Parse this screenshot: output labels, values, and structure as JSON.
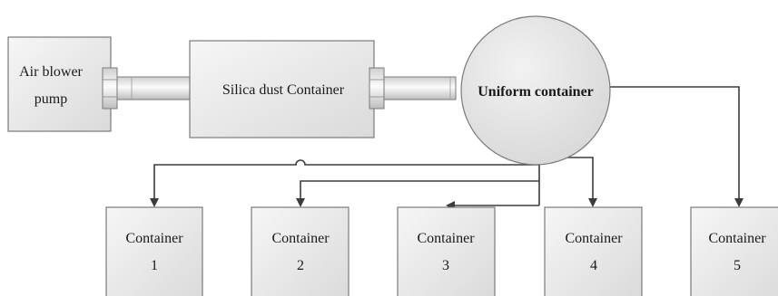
{
  "colors": {
    "box_fill_light": "#f4f4f4",
    "box_fill_dark": "#dcdcdc",
    "circle_fill": "#e4e4e4",
    "connector": "#3c3c3c",
    "outline": "#7a7a7a"
  },
  "nodes": {
    "air_blower_line1": "Air blower",
    "air_blower_line2": "pump",
    "silica": "Silica dust Container",
    "uniform": "Uniform container",
    "containers": [
      {
        "line1": "Container",
        "line2": "1"
      },
      {
        "line1": "Container",
        "line2": "2"
      },
      {
        "line1": "Container",
        "line2": "3"
      },
      {
        "line1": "Container",
        "line2": "4"
      },
      {
        "line1": "Container",
        "line2": "5"
      }
    ]
  }
}
